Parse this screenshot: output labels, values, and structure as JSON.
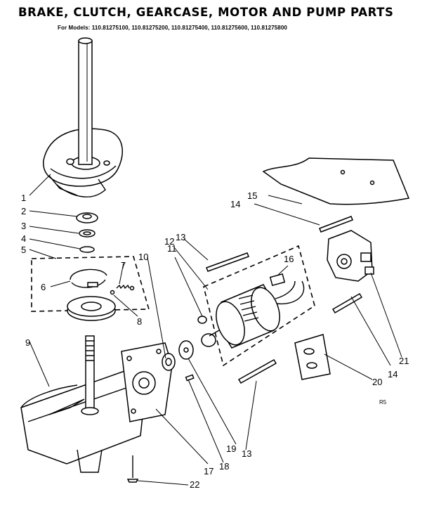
{
  "title": "BRAKE, CLUTCH, GEARCASE, MOTOR AND PUMP PARTS",
  "subtitle": "For Models: 110.81275100, 110.81275200, 110.81275400, 110.81275600, 110.81275800",
  "corner_mark": "R5",
  "callouts": [
    "1",
    "2",
    "3",
    "4",
    "5",
    "6",
    "7",
    "8",
    "9",
    "10",
    "11",
    "12",
    "13",
    "13",
    "14",
    "14",
    "15",
    "16",
    "17",
    "18",
    "19",
    "20",
    "21",
    "22"
  ]
}
